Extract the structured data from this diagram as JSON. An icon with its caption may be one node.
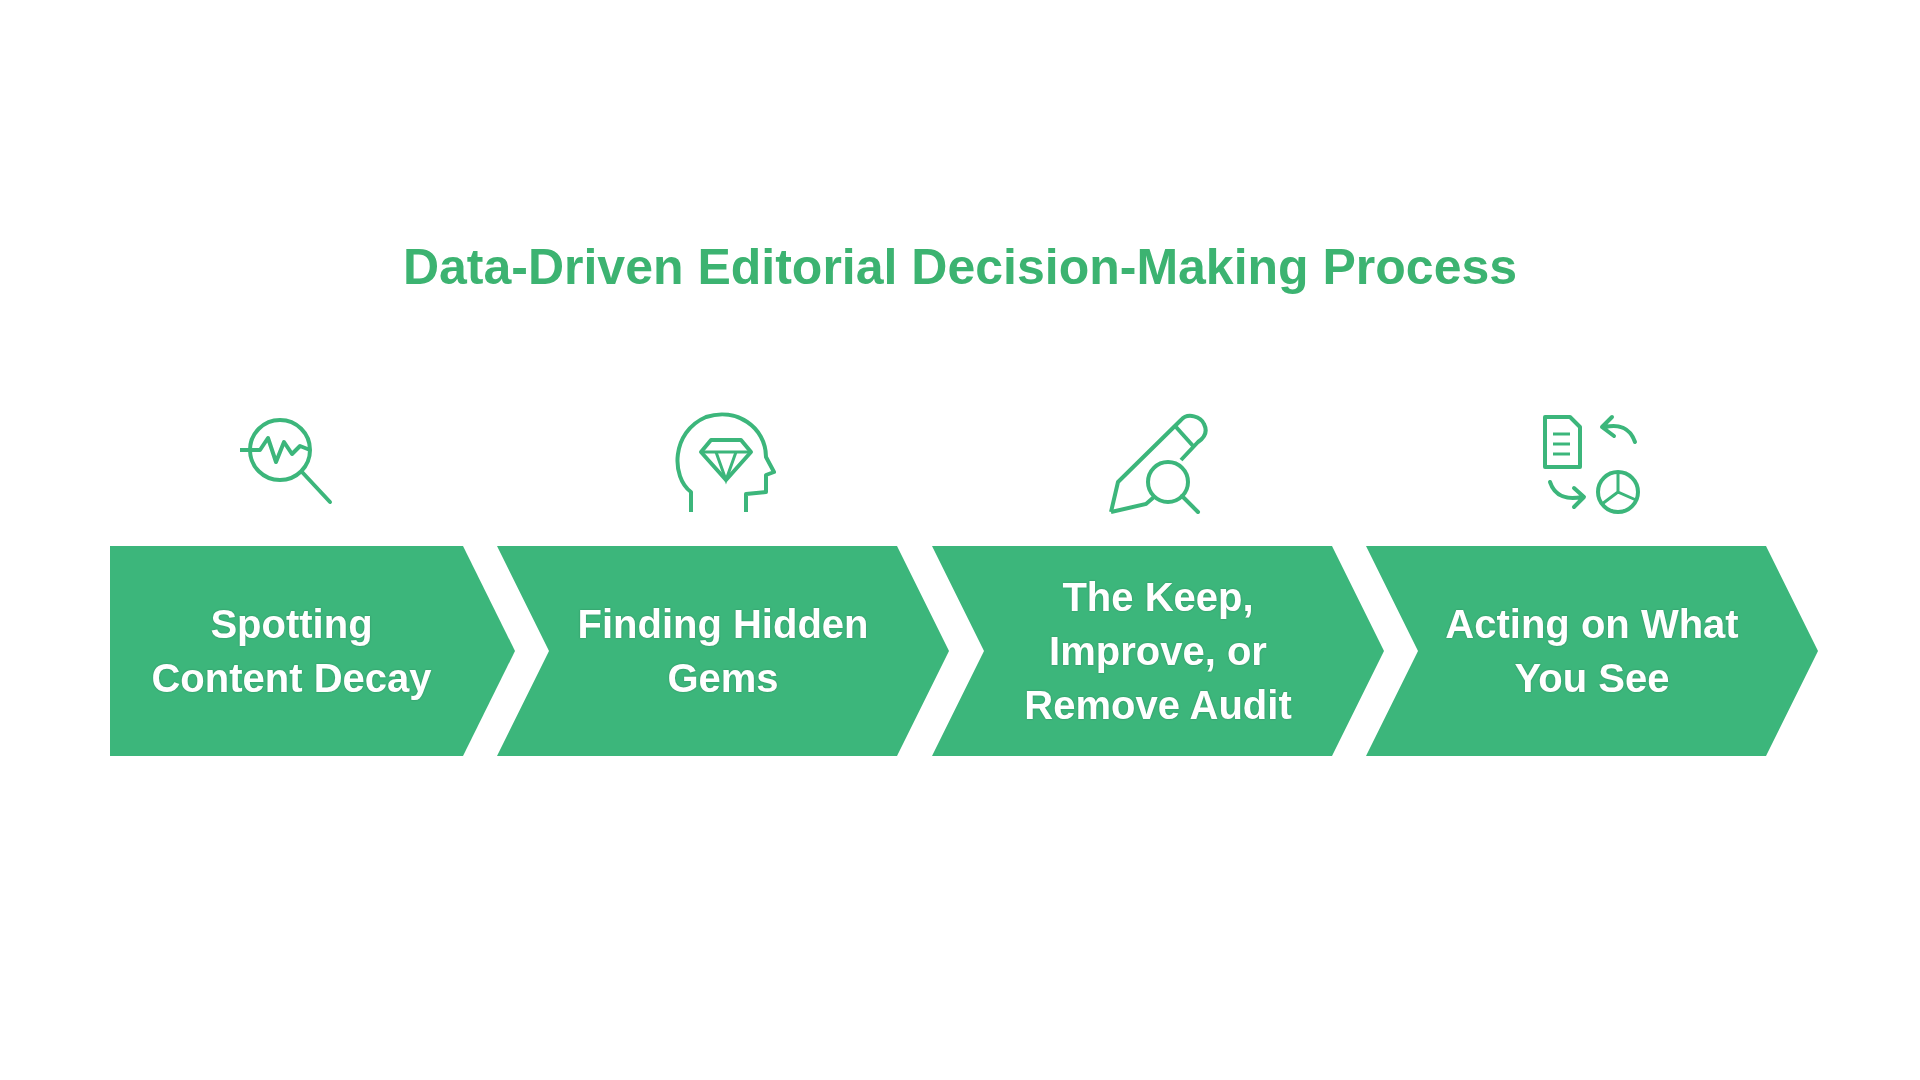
{
  "diagram": {
    "title": "Data-Driven Editorial Decision-Making Process",
    "nodes": [
      {
        "text": [
          "Spotting Content Decay"
        ]
      },
      {
        "text": [
          "Finding Hidden Gems"
        ]
      },
      {
        "text": [
          "The Keep, Improve, or Remove Audit"
        ]
      },
      {
        "text": [
          "Acting on What You See"
        ]
      }
    ]
  }
}
